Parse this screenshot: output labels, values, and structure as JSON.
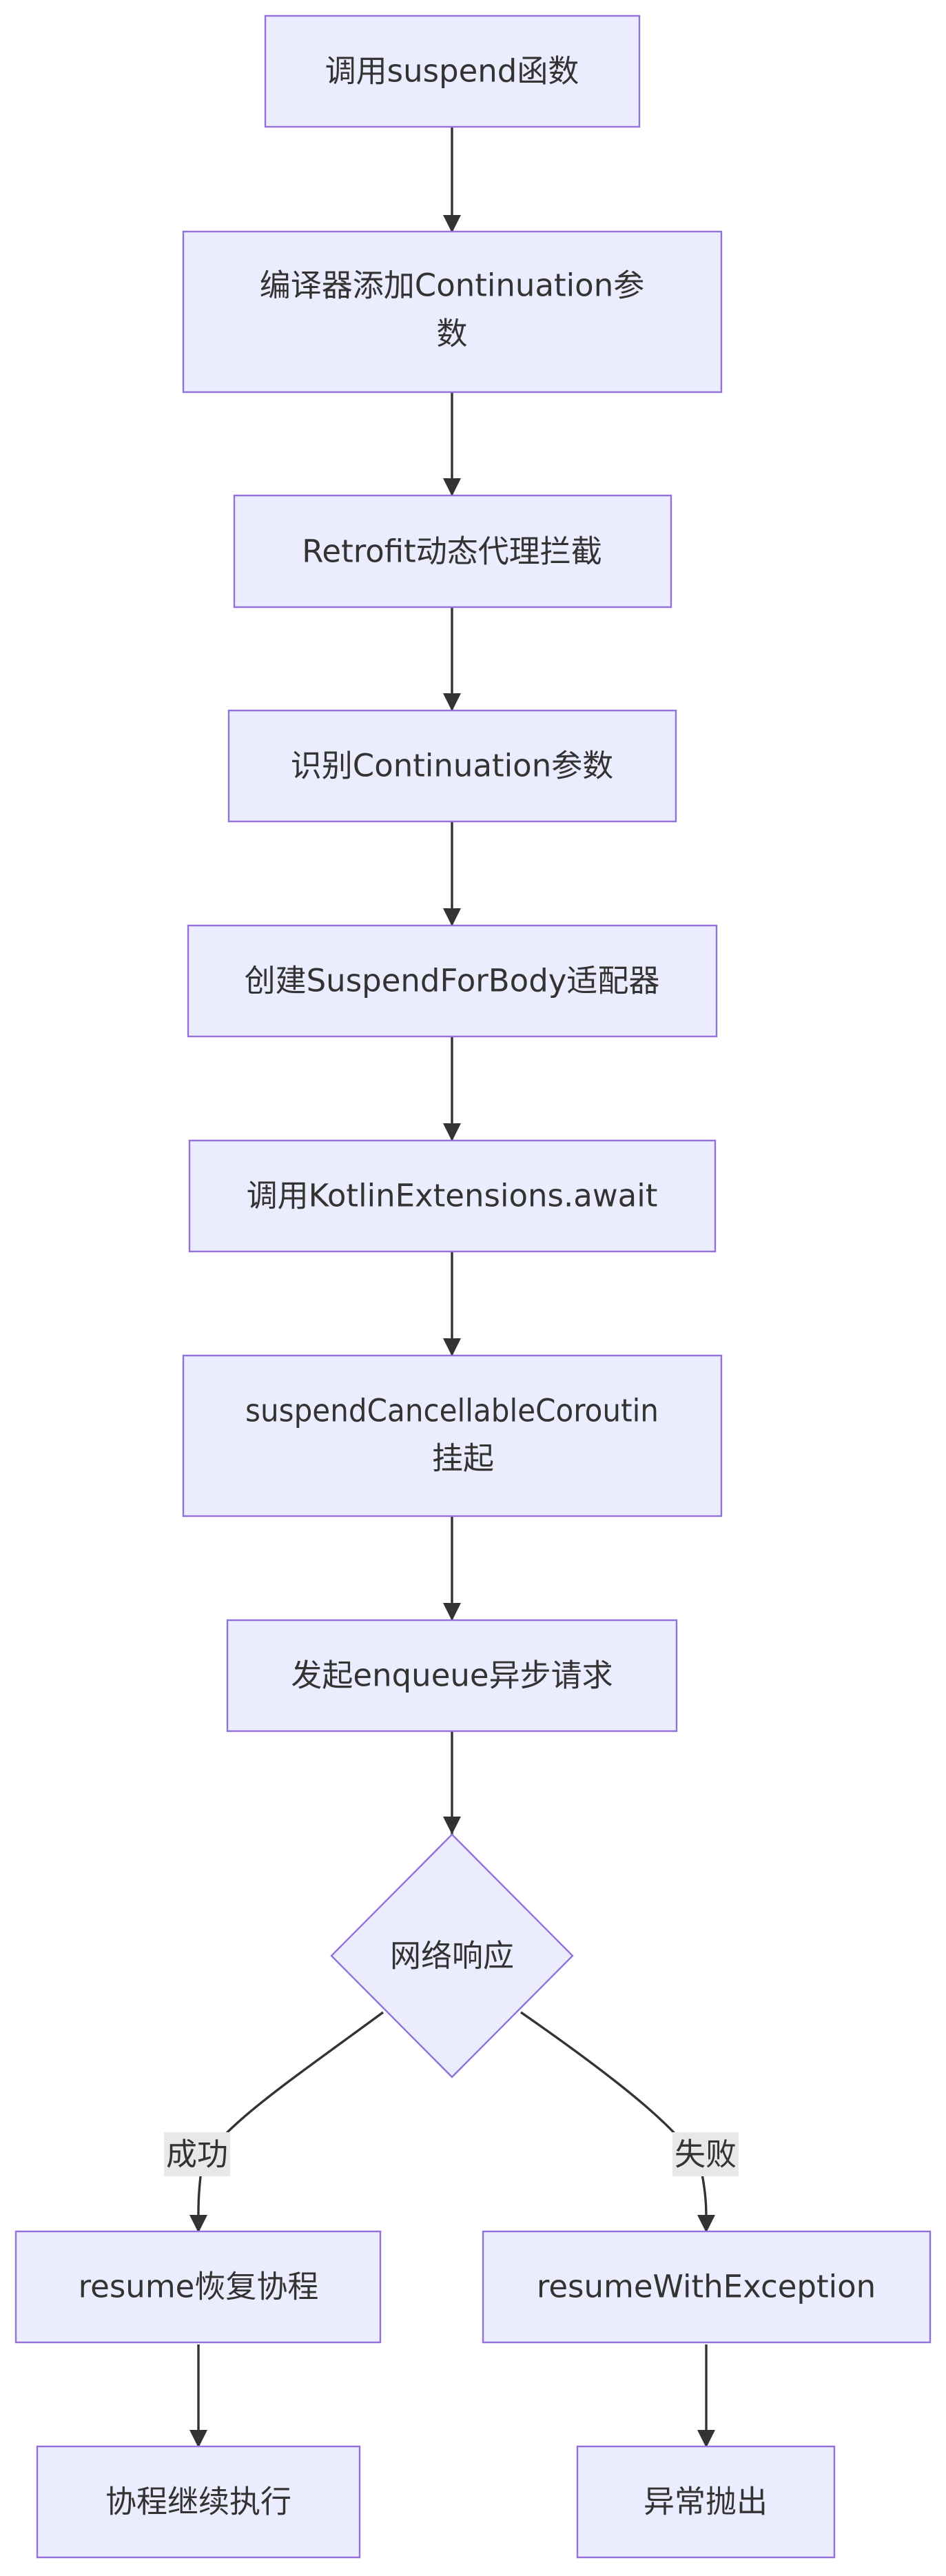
{
  "flow": {
    "n1": "调用suspend函数",
    "n2_line1": "编译器添加Continuation参",
    "n2_line2": "数",
    "n3": "Retrofit动态代理拦截",
    "n4": "识别Continuation参数",
    "n5": "创建SuspendForBody适配器",
    "n6": "调用KotlinExtensions.await",
    "n7_line1": "suspendCancellableCoroutin",
    "n7_line2": "挂起",
    "n8": "发起enqueue异步请求",
    "decision": "网络响应",
    "edge_success": "成功",
    "edge_fail": "失败",
    "n9": "resume恢复协程",
    "n10": "resumeWithException",
    "n11": "协程继续执行",
    "n12": "异常抛出"
  },
  "colors": {
    "node_fill": "#ECECFF",
    "node_stroke": "#9370DB",
    "edge": "#333333",
    "text": "#333333",
    "edge_label_bg": "#e8e8e8"
  }
}
